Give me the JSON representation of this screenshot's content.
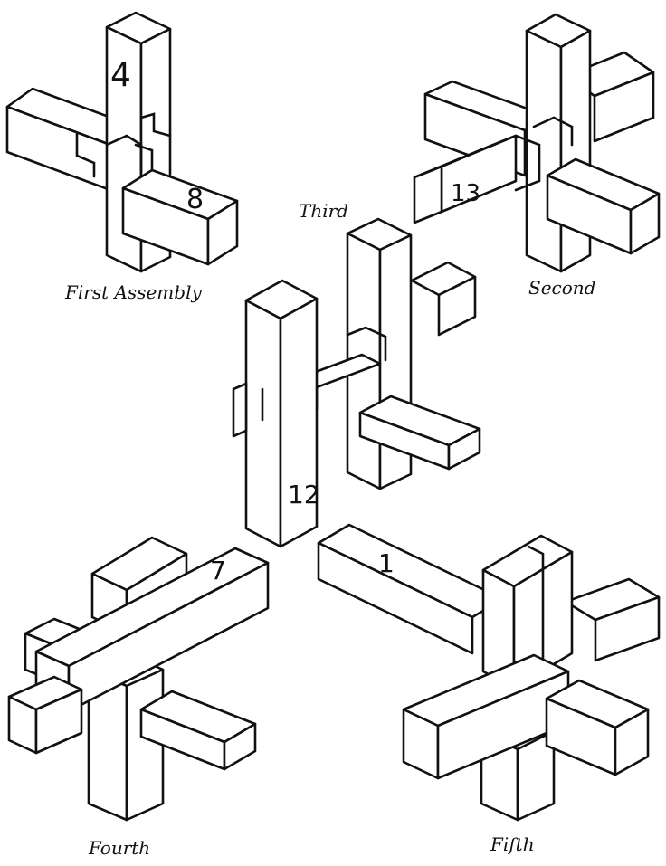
{
  "labels": {
    "first": "First Assembly",
    "second": "Second",
    "third": "Third",
    "fourth": "Fourth",
    "fifth": "Fifth"
  },
  "pieces": {
    "first_vertical": "4",
    "first_horizontal": "8",
    "second_piece": "13",
    "third_piece": "12",
    "fourth_piece": "7",
    "fifth_piece": "1"
  },
  "colors": {
    "ink": "#111111",
    "paper": "#ffffff"
  }
}
